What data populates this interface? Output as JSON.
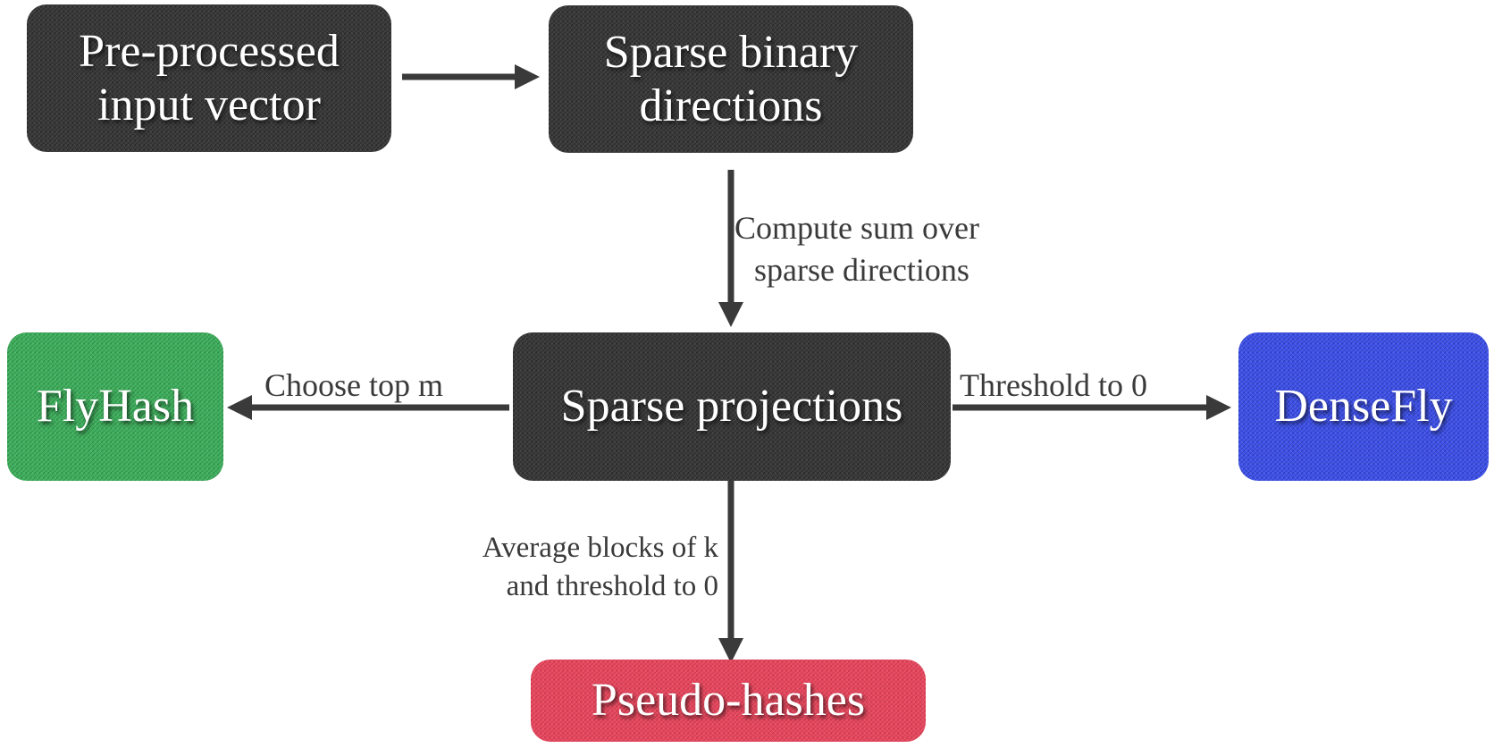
{
  "nodes": {
    "input": {
      "line1": "Pre-processed",
      "line2": "input vector"
    },
    "directions": {
      "line1": "Sparse binary",
      "line2": "directions"
    },
    "projections": {
      "label": "Sparse projections"
    },
    "flyhash": {
      "label": "FlyHash"
    },
    "densefly": {
      "label": "DenseFly"
    },
    "pseudo": {
      "label": "Pseudo-hashes"
    }
  },
  "edges": {
    "compute": {
      "line1": "Compute sum over",
      "line2": "sparse directions"
    },
    "topm": {
      "label": "Choose top m"
    },
    "threshold": {
      "label": "Threshold to 0"
    },
    "average": {
      "line1": "Average blocks of k",
      "line2": "and threshold to 0"
    }
  },
  "colors": {
    "dark": "#3a3a3a",
    "green": "#3fae5c",
    "blue": "#3f52e6",
    "red": "#e5485e",
    "arrow": "#3a3a3a"
  }
}
